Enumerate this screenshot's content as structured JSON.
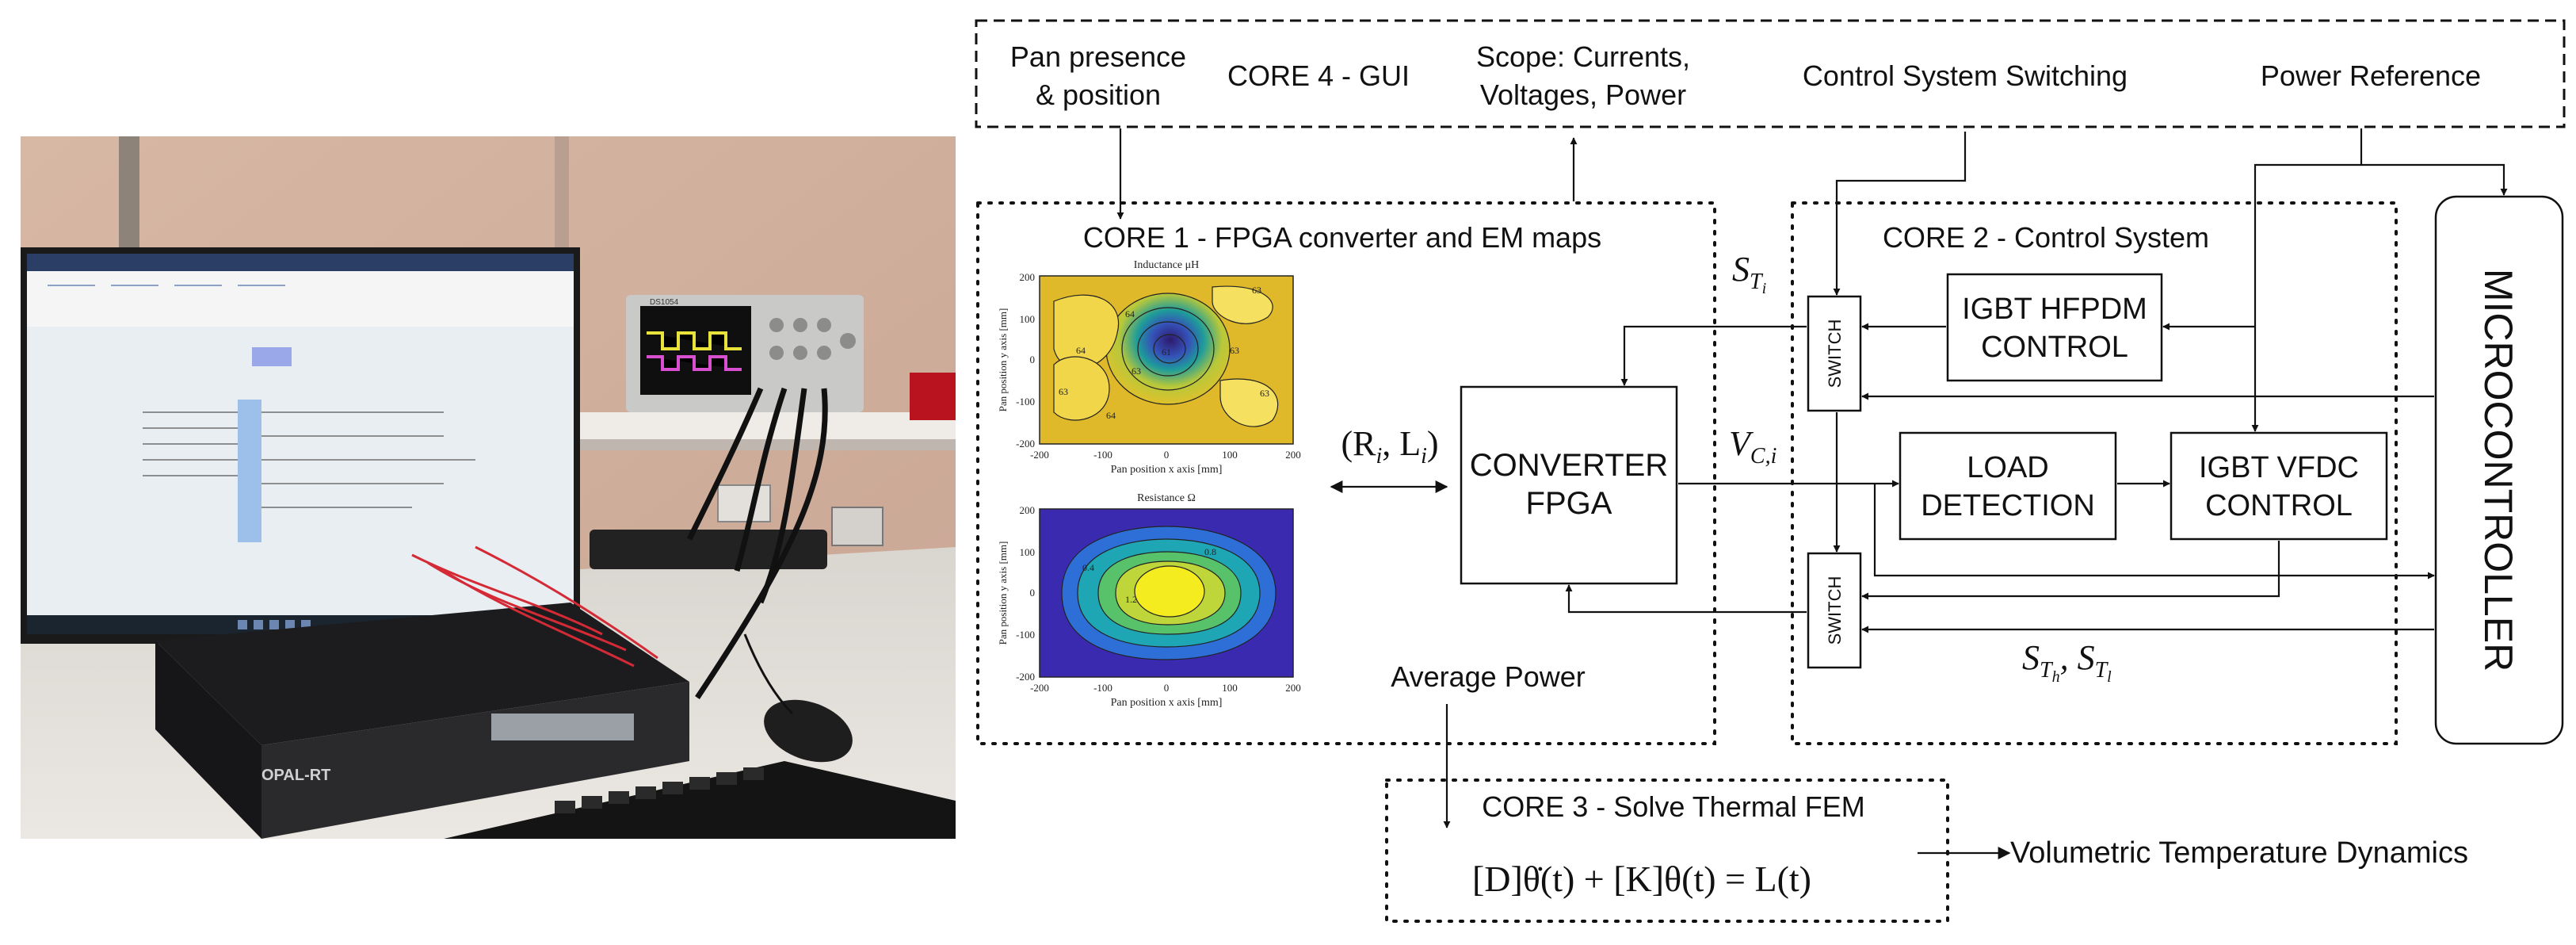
{
  "photo": {
    "monitor_brand": "OPAL-RT",
    "shelf_label": "DS1054"
  },
  "gui_core": {
    "pan_presence": [
      "Pan presence",
      "& position"
    ],
    "title": "CORE 4 - GUI",
    "scope": [
      "Scope: Currents,",
      "Voltages, Power"
    ],
    "control_switching": "Control System Switching",
    "power_reference": "Power Reference"
  },
  "core1": {
    "title": "CORE 1 - FPGA converter and EM maps",
    "inductance_map": {
      "title": "Inductance μH",
      "xlabel": "Pan position x axis [mm]",
      "ylabel": "Pan position y axis [mm]",
      "xticks": [
        "-200",
        "-100",
        "0",
        "100",
        "200"
      ],
      "yticks": [
        "200",
        "100",
        "0",
        "-100",
        "-200"
      ],
      "contour_labels": [
        "63",
        "63",
        "64",
        "64",
        "63",
        "63",
        "61",
        "64",
        "63"
      ]
    },
    "resistance_map": {
      "title": "Resistance Ω",
      "xlabel": "Pan position x axis [mm]",
      "ylabel": "Pan position y axis [mm]",
      "xticks": [
        "-200",
        "-100",
        "0",
        "100",
        "200"
      ],
      "yticks": [
        "200",
        "100",
        "0",
        "-100",
        "-200"
      ],
      "contour_labels": [
        "0.4",
        "0.8",
        "1.2"
      ]
    }
  },
  "converter": {
    "label": [
      "CONVERTER",
      "FPGA"
    ],
    "ri_li": "(R",
    "ri_li_sub": "i",
    "ri_li_mid": ", L",
    "ri_li_sub2": "i",
    "ri_li_end": ")"
  },
  "core2": {
    "title": "CORE 2 - Control System",
    "igbt_hfpdm": [
      "IGBT HFPDM",
      "CONTROL"
    ],
    "load_detection": [
      "LOAD",
      "DETECTION"
    ],
    "igbt_vfdc": [
      "IGBT VFDC",
      "CONTROL"
    ],
    "switch_label": "SWITCH",
    "sti": "S",
    "sti_sub": "T",
    "sti_subsub": "i",
    "vci": "V",
    "vci_sub": "C,i",
    "sth_stl": "S",
    "sth_sub": "T",
    "sth_subsub": "h",
    "stl_sep": ", S",
    "stl_sub": "T",
    "stl_subsub": "l"
  },
  "microcontroller": "MICROCONTROLLER",
  "average_power": "Average Power",
  "core3": {
    "title": "CORE 3 - Solve Thermal FEM",
    "equation": "[D]θ̇(t) + [K]θ(t) = L(t)"
  },
  "output": "Volumetric Temperature Dynamics"
}
